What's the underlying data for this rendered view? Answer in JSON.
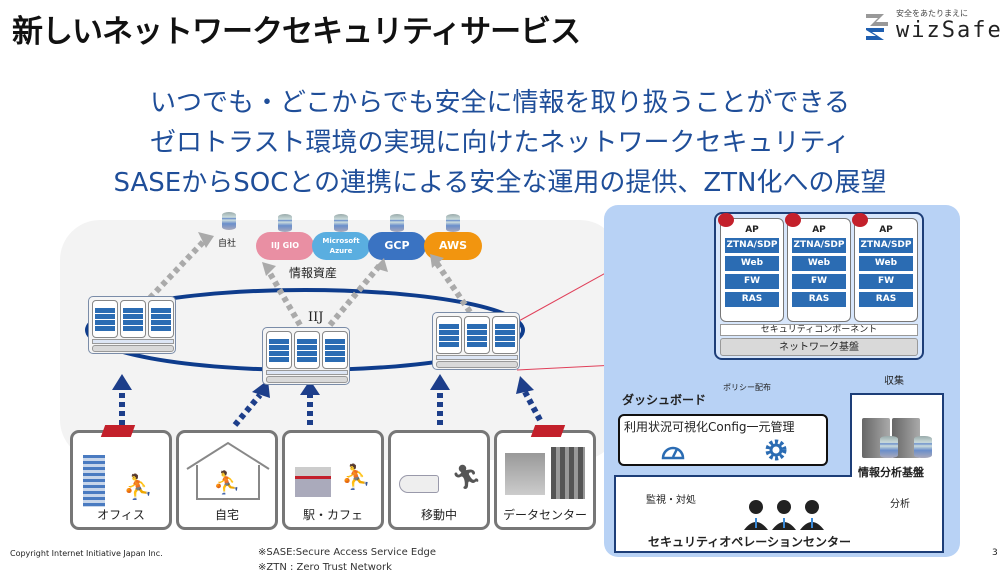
{
  "header": {
    "title": "新しいネットワークセキュリティサービス",
    "logo": {
      "tagline": "安全をあたりまえに",
      "name": "wizSafe"
    }
  },
  "subtitles": [
    "いつでも・どこからでも安全に情報を取り扱うことができる",
    "ゼロトラスト環境の実現に向けたネットワークセキュリティ",
    "SASEからSOCとの連携による安全な運用の提供、ZTN化への展望"
  ],
  "assets": {
    "label": "情報資産",
    "items": [
      {
        "label": "自社",
        "type": "database"
      },
      {
        "label": "IIJ GIO",
        "type": "cloud",
        "color": "#e98fa3"
      },
      {
        "label": "Microsoft Azure",
        "type": "cloud",
        "color": "#5aaee0"
      },
      {
        "label": "GCP",
        "type": "cloud",
        "color": "#3a73c2"
      },
      {
        "label": "AWS",
        "type": "cloud",
        "color": "#f2950f"
      }
    ]
  },
  "network": {
    "label": "IIJ"
  },
  "node": {
    "columns": [
      {
        "ap": "AP",
        "modules": [
          "ZTNA/SDP",
          "Web",
          "FW",
          "RAS"
        ]
      },
      {
        "ap": "AP",
        "modules": [
          "ZTNA/SDP",
          "Web",
          "FW",
          "RAS"
        ]
      },
      {
        "ap": "AP",
        "modules": [
          "ZTNA/SDP",
          "Web",
          "FW",
          "RAS"
        ]
      }
    ],
    "security_component": "セキュリティコンポーネント",
    "network_base": "ネットワーク基盤"
  },
  "sites": [
    {
      "label": "オフィス"
    },
    {
      "label": "自宅"
    },
    {
      "label": "駅・カフェ"
    },
    {
      "label": "移動中"
    },
    {
      "label": "データセンター"
    }
  ],
  "operations": {
    "dashboard_label": "ダッシュボード",
    "dashboard_text": "利用状況可視化Config一元管理",
    "policy_label": "ポリシー配布",
    "collect_label": "収集",
    "analytics_label": "情報分析基盤",
    "analyze_label": "分析",
    "monitor_label": "監視・対処",
    "soc_label": "セキュリティオペレーションセンター"
  },
  "footer": {
    "copyright": "Copyright Internet Initiative Japan Inc.",
    "notes": [
      "※SASE:Secure Access Service Edge",
      "※ZTN  : Zero Trust Network"
    ],
    "page": "3"
  },
  "colors": {
    "accent": "#1f4e99",
    "panel": "#b8d2f5",
    "module": "#2b6cb3",
    "alert": "#c3202b"
  }
}
